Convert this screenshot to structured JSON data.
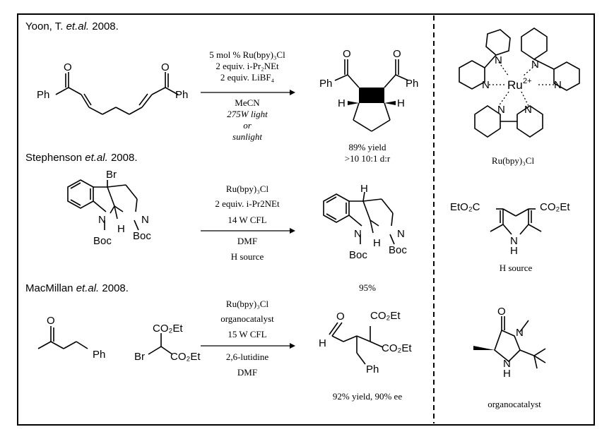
{
  "sections": {
    "yoon": {
      "author": "Yoon, T. ",
      "etal": "et.al.",
      "year": " 2008.",
      "conditions": [
        "5 mol % Ru(bpy)₃Cl",
        "2 equiv. i-Pr₂NEt",
        "2 equiv. LiBF₄",
        "MeCN",
        "275W light",
        "or",
        "sunlight"
      ],
      "yield": [
        "89% yield",
        ">10 10:1 d:r"
      ]
    },
    "stephenson": {
      "author": "Stephenson ",
      "etal": "et.al.",
      "year": " 2008.",
      "conditions": [
        "Ru(bpy)₃Cl",
        "2 equiv. i-Pr2NEt",
        "14 W CFL",
        "DMF",
        "H source"
      ],
      "yield": [
        "95%"
      ]
    },
    "macmillan": {
      "author": "MacMillan ",
      "etal": "et.al.",
      "year": " 2008.",
      "conditions": [
        "Ru(bpy)₃Cl",
        "organocatalyst",
        "15 W CFL",
        "2,6-lutidine",
        "DMF"
      ],
      "yield": [
        "92% yield, 90% ee"
      ]
    }
  },
  "reagents": {
    "catalyst_label": "Ru(bpy)₃Cl",
    "hsource_label": "H source",
    "organo_label": "organocatalyst"
  },
  "atoms": {
    "ph": "Ph",
    "o": "O",
    "h": "H",
    "br": "Br",
    "n": "N",
    "boc": "Boc",
    "co2et": "CO₂Et",
    "eto2c": "EtO₂C",
    "ru": "Ru",
    "charge": "2+",
    "nh": "NH",
    "hn": "N\nH"
  }
}
